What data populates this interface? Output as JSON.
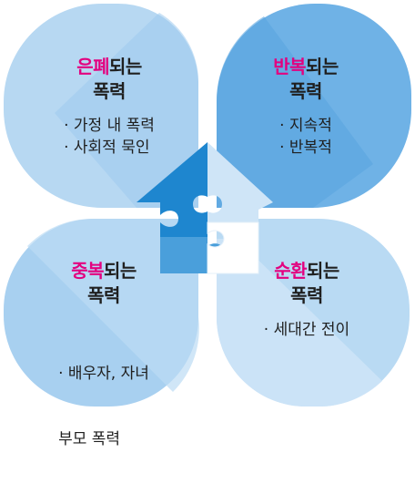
{
  "colors": {
    "keyword": "#e3007f",
    "petal_light": "#b7d8f2",
    "petal_mid": "#9ecbee",
    "petal_dark": "#5fa9e3",
    "puzzle_dark": "#1e86cf",
    "puzzle_mid": "#4a9fdb",
    "puzzle_light": "#cfe5f7"
  },
  "panels": {
    "top_left": {
      "keyword": "은폐",
      "title_suffix": "되는",
      "title_line2": "폭력",
      "items": [
        "· 가정 내 폭력",
        "· 사회적 묵인"
      ]
    },
    "top_right": {
      "keyword": "반복",
      "title_suffix": "되는",
      "title_line2": "폭력",
      "items": [
        "· 지속적",
        "· 반복적"
      ]
    },
    "bottom_left": {
      "keyword": "중복",
      "title_suffix": "되는",
      "title_line2": "폭력",
      "items": [
        "· 배우자, 자녀",
        "  부모 폭력"
      ]
    },
    "bottom_right": {
      "keyword": "순환",
      "title_suffix": "되는",
      "title_line2": "폭력",
      "items": [
        "· 세대간 전이"
      ]
    }
  }
}
